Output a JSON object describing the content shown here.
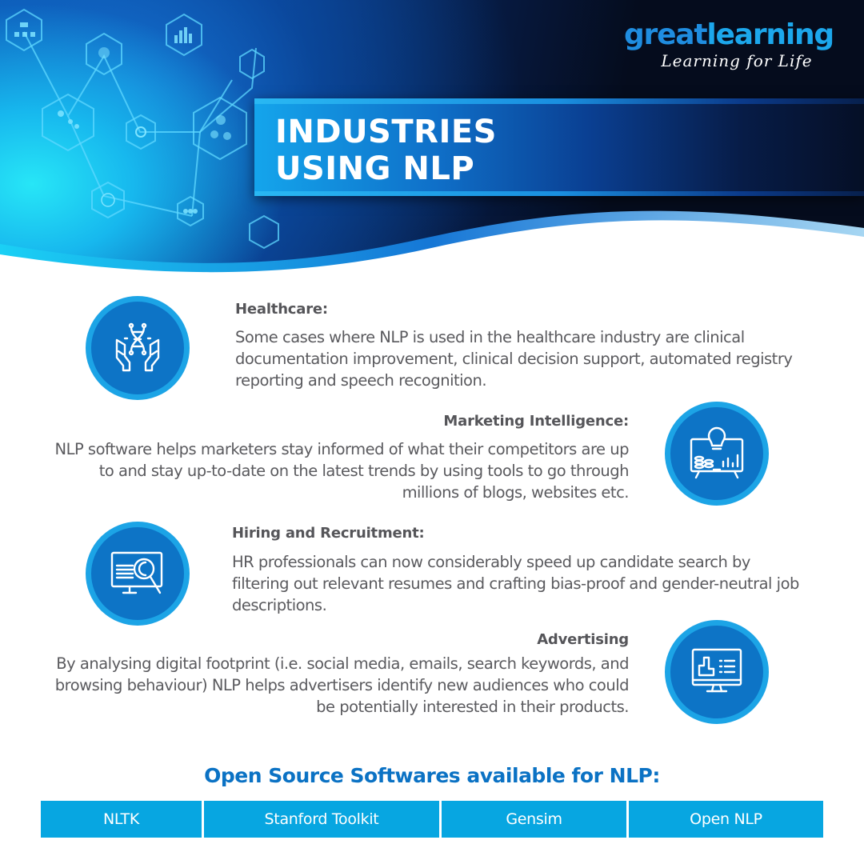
{
  "brand": {
    "name_part1": "great",
    "name_part2": "learning",
    "tagline": "Learning for Life"
  },
  "header": {
    "title_line1": "INDUSTRIES",
    "title_line2": "USING NLP"
  },
  "sections": [
    {
      "title": "Healthcare:",
      "body": "Some cases where NLP is used in the healthcare industry are clinical documentation improvement, clinical decision support, automated registry reporting and speech recognition.",
      "icon": "dna-hands-icon"
    },
    {
      "title": "Marketing Intelligence:",
      "body": "NLP software helps marketers stay informed of what their competitors are up to and stay up-to-date on the latest trends by using tools to go through millions of blogs, websites etc.",
      "icon": "monitor-lightbulb-icon"
    },
    {
      "title": "Hiring and Recruitment:",
      "body": "HR professionals can now considerably speed up candidate search by filtering out relevant resumes and crafting bias-proof and gender-neutral job descriptions.",
      "icon": "monitor-search-icon"
    },
    {
      "title": "Advertising",
      "body": "By analysing digital footprint (i.e. social media, emails, search keywords, and browsing behaviour) NLP helps advertisers identify new audiences who could be potentially interested in their products.",
      "icon": "monitor-chart-icon"
    }
  ],
  "open_source": {
    "title": "Open Source Softwares available for NLP:",
    "items": [
      "NLTK",
      "Stanford Toolkit",
      "Gensim",
      "Open NLP"
    ]
  },
  "colors": {
    "accent_blue": "#0b72c4",
    "cell_blue": "#07a6e1",
    "circle_fill": "#0d74c6",
    "circle_ring": "#1ca4e6",
    "text_gray": "#5a5a5e",
    "header_dark": "#050c1d"
  }
}
